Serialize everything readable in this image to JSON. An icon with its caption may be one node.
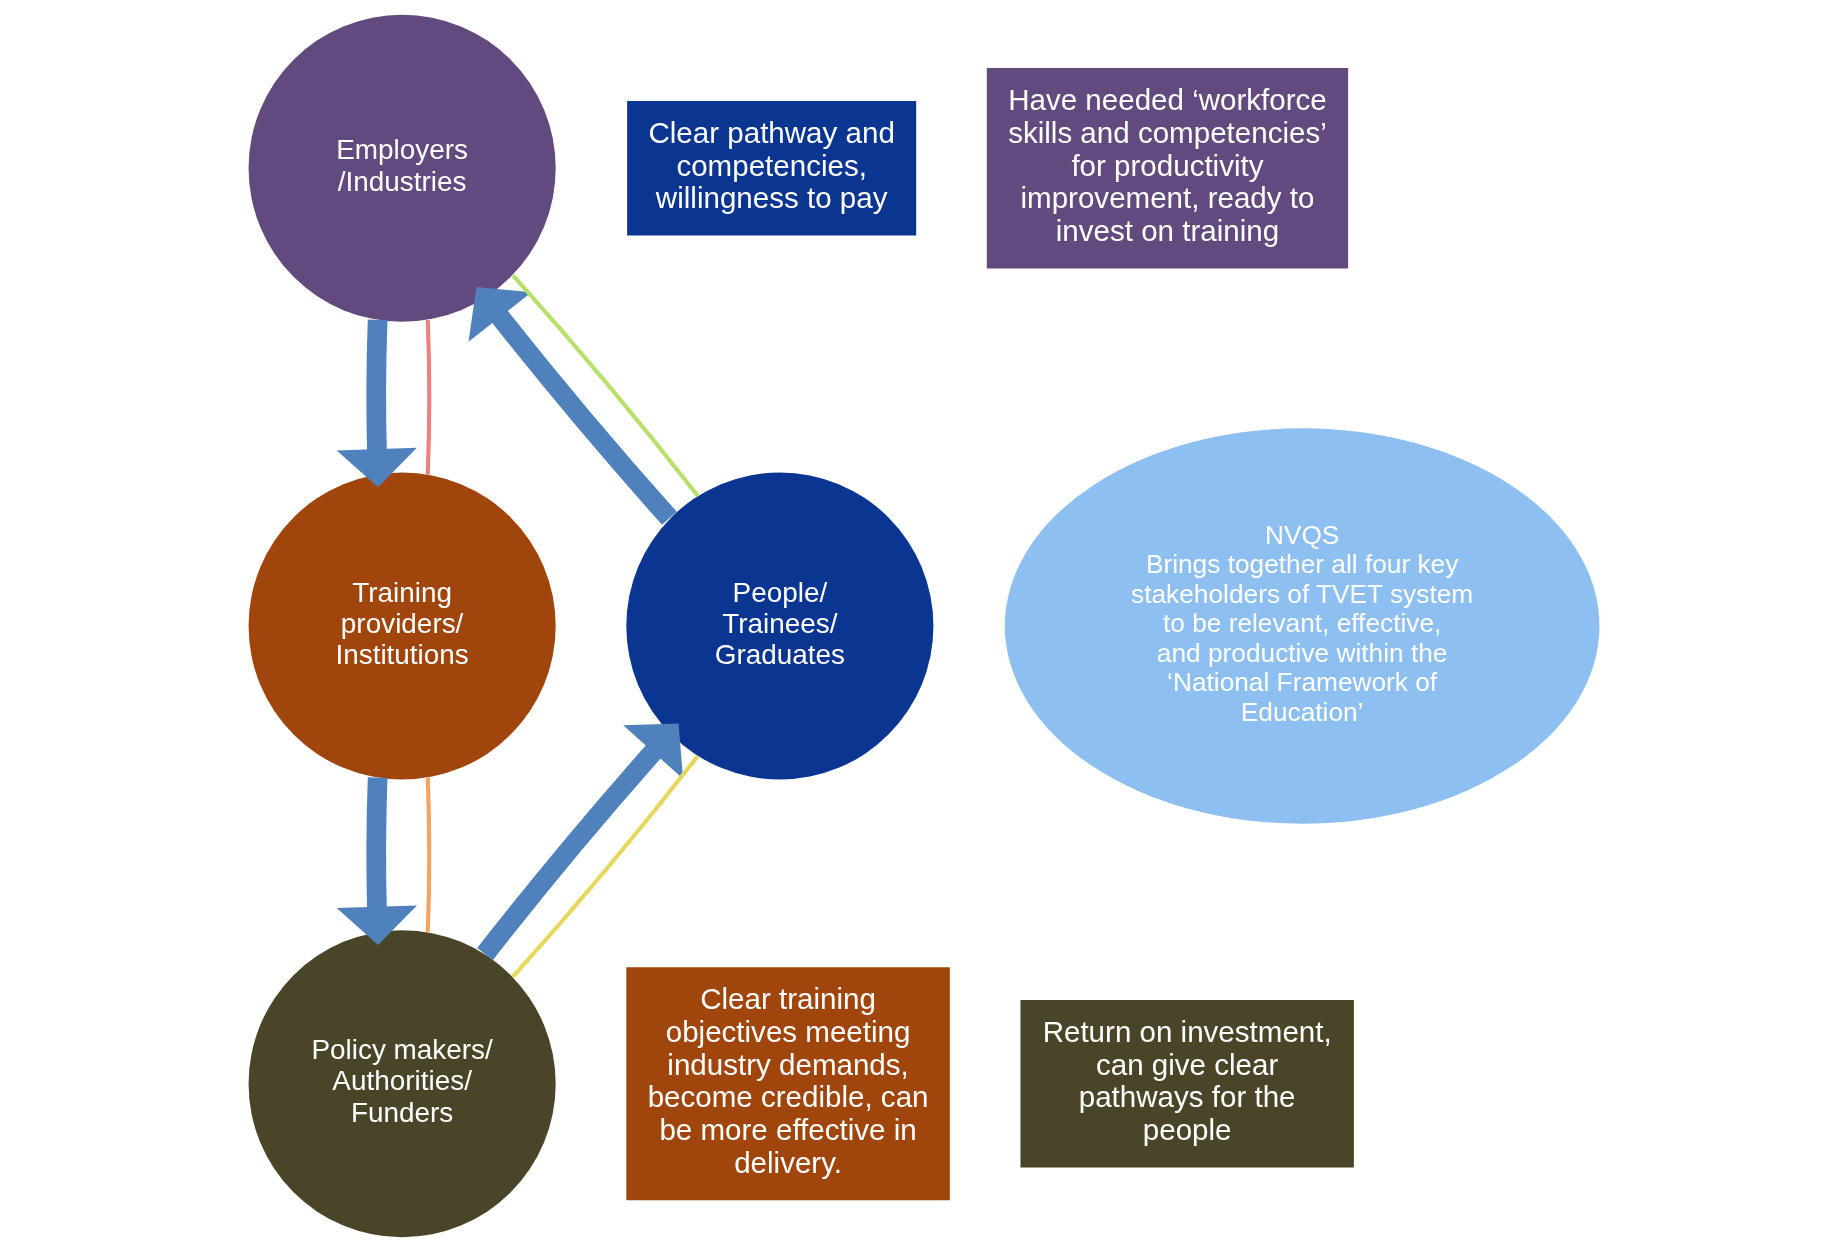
{
  "diagram": {
    "nodes": [
      {
        "text": [
          "Employers /Industries"
        ]
      },
      {
        "text": [
          "Training providers/ Institutions"
        ]
      },
      {
        "text": [
          "Policy makers/ Authorities/ Funders"
        ]
      },
      {
        "text": [
          "People/ Trainees/ Graduates"
        ]
      },
      {
        "text": [
          "NVQS",
          "Brings together all four key stakeholders of TVET system to be relevant, effective, and productive within the ‘National Framework of Education’"
        ]
      },
      {
        "text": [
          "Clear pathway and competencies, willingness to pay"
        ]
      },
      {
        "text": [
          "Have needed ‘workforce skills and competencies’ for productivity improvement, ready to invest on training"
        ]
      },
      {
        "text": [
          "Clear training objectives meeting industry demands, become credible, can be more effective in delivery."
        ]
      },
      {
        "text": [
          "Return on investment, can give clear pathways for the people"
        ]
      }
    ],
    "edges": [
      {
        "from": 3,
        "to": 0,
        "arrow": "to",
        "style": "thick",
        "color": "#4f81bd"
      },
      {
        "from": 0,
        "to": 1,
        "arrow": "to",
        "style": "thick",
        "color": "#4f81bd"
      },
      {
        "from": 1,
        "to": 2,
        "arrow": "to",
        "style": "thick",
        "color": "#4f81bd"
      },
      {
        "from": 2,
        "to": 3,
        "arrow": "to",
        "style": "thick",
        "color": "#4f81bd"
      },
      {
        "from": 0,
        "to": 1,
        "arrow": "none",
        "color": "#f08080"
      },
      {
        "from": 1,
        "to": 2,
        "arrow": "none",
        "color": "#f4a460"
      },
      {
        "from": 2,
        "to": 3,
        "arrow": "none",
        "color": "#e6d85a"
      },
      {
        "from": 3,
        "to": 0,
        "arrow": "none",
        "color": "#b5e06a"
      }
    ]
  }
}
